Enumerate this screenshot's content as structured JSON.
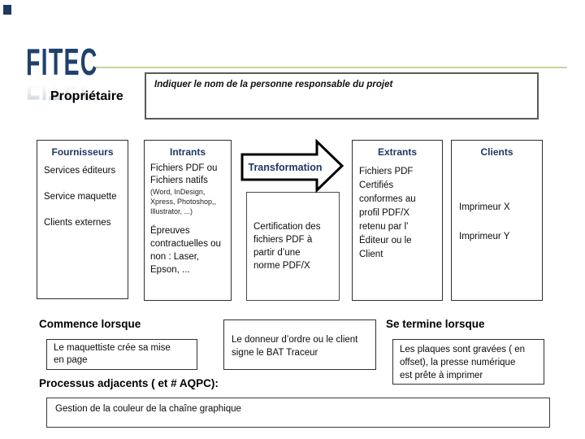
{
  "header": {
    "logo": "FITEC",
    "owner_label": "Propriétaire",
    "responsible_placeholder": "Indiquer le nom de la personne responsable du projet"
  },
  "sipoc": {
    "fournisseurs": {
      "title": "Fournisseurs",
      "items": [
        "Services éditeurs",
        "Service maquette",
        "Clients externes"
      ]
    },
    "intrants": {
      "title": "Intrants",
      "main": "Fichiers PDF ou\nFichiers natifs",
      "note": "(Word, InDesign,\nXpress, Photoshop,,\nIllustrator, ...)",
      "secondary": "Épreuves\ncontractuelles ou\nnon : Laser,\nEpson, ..."
    },
    "transformation": {
      "arrow_label": "Transformation",
      "process": "Certification des\nfichiers PDF à\npartir d’une\nnorme PDF/X"
    },
    "extrants": {
      "title": "Extrants",
      "body": "Fichiers PDF\nCertifiés\nconformes au\nprofil PDF/X\nretenu par l’\nÉditeur ou le\nClient"
    },
    "clients": {
      "title": "Clients",
      "items": [
        "Imprimeur X",
        "Imprimeur Y"
      ]
    }
  },
  "footer": {
    "starts_label": "Commence lorsque",
    "starts_box": "Le maquettiste crée sa mise\nen page",
    "trigger_box": "Le donneur d’ordre ou le client\nsigne le BAT Traceur",
    "ends_label": "Se termine lorsque",
    "ends_box": "Les plaques sont gravées ( en\noffset), la presse numérique\nest prête à imprimer",
    "adjacent_label": "Processus adjacents ( et # AQPC):",
    "adjacent_box": "Gestion de la couleur de la chaîne graphique"
  },
  "colors": {
    "accent_navy": "#1F3864",
    "divider_green": "#C3D69B"
  }
}
